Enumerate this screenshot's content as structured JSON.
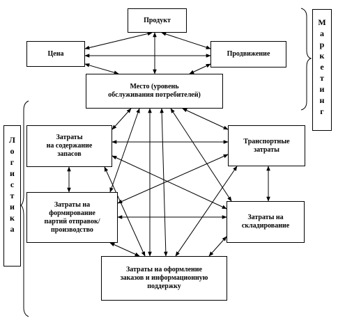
{
  "nodes": {
    "product": "Продукт",
    "price": "Цена",
    "promotion": "Продвижение",
    "place": "Место (уровень\nобслуживания потребителей)",
    "inventory": "Затраты\nна содержание\nзапасов",
    "transport": "Транспортные\nзатраты",
    "lot": "Затраты на\nформирование\nпартий отправок/\nпроизводство",
    "warehouse": "Затраты на\nскладирование",
    "orders": "Затраты на оформление\nзаказов и информационную\nподдержку"
  },
  "groups": {
    "marketing": "М\nа\nр\nк\nе\nт\nи\nн\nг",
    "logistics": "Л\nо\nг\nи\nс\nт\nи\nк\nа"
  },
  "colors": {
    "line": "#000000",
    "background": "#ffffff"
  }
}
